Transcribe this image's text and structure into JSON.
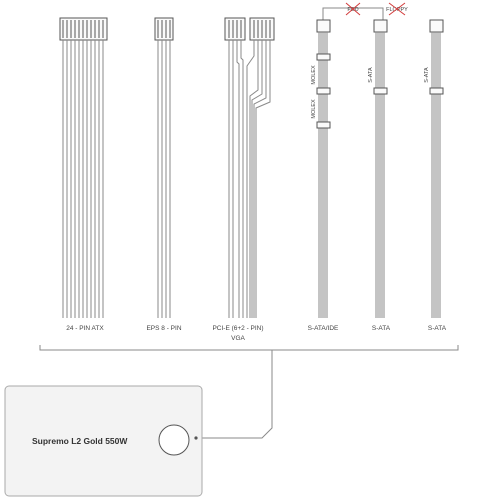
{
  "connectors": {
    "atx": "24 - PIN ATX",
    "eps": "EPS 8 - PIN",
    "pcie": "PCI-E (6+2 - PIN)",
    "pcie_sub": "VGA",
    "sata_ide": "S-ATA/IDE",
    "sata_1": "S-ATA",
    "sata_2": "S-ATA"
  },
  "inline_labels": {
    "molex_1": "MOLEX",
    "molex_2": "MOLEX",
    "sata_mid_1": "S-ATA",
    "sata_mid_2": "S-ATA"
  },
  "top_crossed": {
    "fdd": "FDD",
    "floppy": "FLOPPY"
  },
  "psu": {
    "label": "Supremo L2 Gold 550W"
  },
  "colors": {
    "wire": "#8a8a8a",
    "plug": "#555555",
    "cross": "#d23a3a",
    "box_fill": "#f3f3f3",
    "box_stroke": "#aaaaaa"
  }
}
